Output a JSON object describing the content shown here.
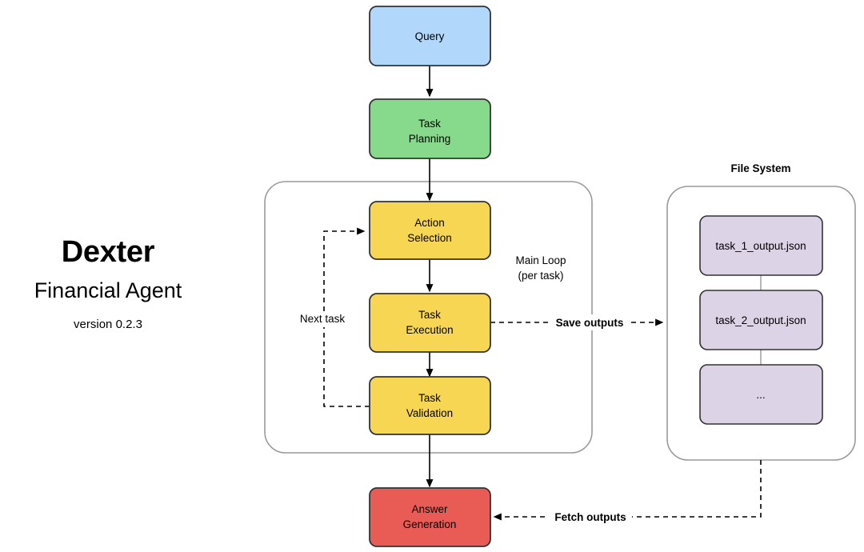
{
  "brand": {
    "title": "Dexter",
    "subtitle": "Financial Agent",
    "version": "version 0.2.3"
  },
  "nodes": {
    "query": {
      "label": "Query",
      "color": "#b1d7fa",
      "stroke": "#333333"
    },
    "task_planning": {
      "line1": "Task",
      "line2": "Planning",
      "color": "#87d98b",
      "stroke": "#333333"
    },
    "action_selection": {
      "line1": "Action",
      "line2": "Selection",
      "color": "#f7d654",
      "stroke": "#333333"
    },
    "task_execution": {
      "line1": "Task",
      "line2": "Execution",
      "color": "#f7d654",
      "stroke": "#333333"
    },
    "task_validation": {
      "line1": "Task",
      "line2": "Validation",
      "color": "#f7d654",
      "stroke": "#333333"
    },
    "answer_generation": {
      "line1": "Answer",
      "line2": "Generation",
      "color": "#e85c55",
      "stroke": "#333333"
    }
  },
  "groups": {
    "main_loop": {
      "note_line1": "Main Loop",
      "note_line2": "(per task)",
      "stroke": "#9a9a9a"
    },
    "file_system": {
      "title": "File System",
      "stroke": "#9a9a9a"
    }
  },
  "files": [
    {
      "label": "task_1_output.json",
      "color": "#ddd3e6",
      "stroke": "#333333"
    },
    {
      "label": "task_2_output.json",
      "color": "#ddd3e6",
      "stroke": "#333333"
    },
    {
      "label": "...",
      "color": "#ddd3e6",
      "stroke": "#333333"
    }
  ],
  "edges": {
    "next_task": {
      "label": "Next task"
    },
    "save_outputs": {
      "label": "Save outputs"
    },
    "fetch_outputs": {
      "label": "Fetch outputs"
    }
  },
  "colors": {
    "background": "#ffffff",
    "edge": "#000000",
    "container_border": "#9a9a9a",
    "node_border": "#333333",
    "file_link": "#999999"
  }
}
